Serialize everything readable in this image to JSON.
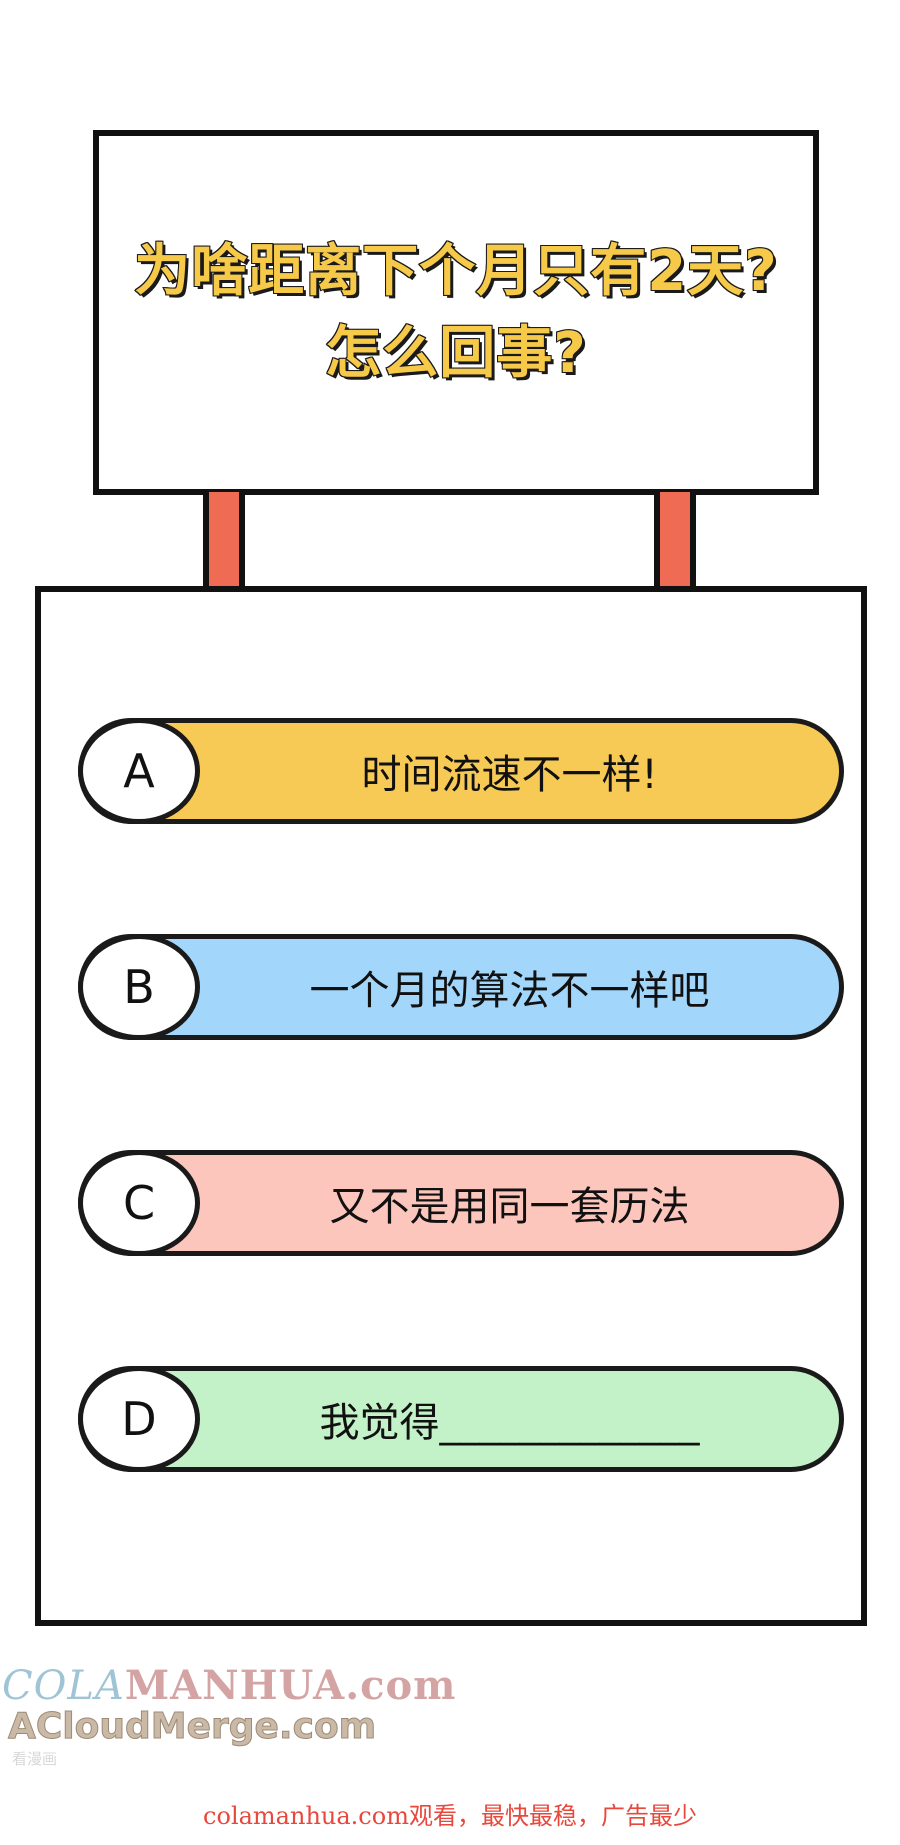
{
  "question": {
    "line1": "为啥距离下个月只有2天?",
    "line2": "怎么回事?"
  },
  "options": [
    {
      "letter": "A",
      "text": "时间流速不一样!",
      "color": "#f7c955"
    },
    {
      "letter": "B",
      "text": "一个月的算法不一样吧",
      "color": "#a3d6fb"
    },
    {
      "letter": "C",
      "text": "又不是用同一套历法",
      "color": "#fcc6bc"
    },
    {
      "letter": "D",
      "text": "我觉得_____________",
      "color": "#c3f1c8"
    }
  ],
  "colors": {
    "post": "#ef6b54",
    "title_fill": "#f7c948",
    "outline": "#111111"
  },
  "watermark": {
    "line1_a": "COLA",
    "line1_b": "MANHUA.com",
    "line2": "ACloudMerge.com",
    "line3": "看漫画"
  },
  "footer": {
    "text": "colamanhua.com观看，最快最稳，广告最少"
  }
}
